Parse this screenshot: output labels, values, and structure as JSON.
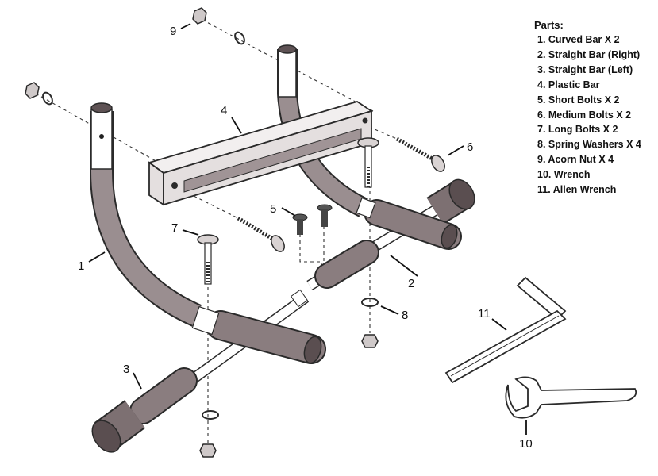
{
  "legend": {
    "title": "Parts:",
    "items": [
      "1. Curved Bar X 2",
      "2. Straight Bar (Right)",
      "3. Straight Bar (Left)",
      "4. Plastic Bar",
      "5. Short Bolts X 2",
      "6. Medium Bolts X 2",
      "7. Long Bolts X 2",
      "8. Spring Washers X 4",
      "9. Acorn Nut X 4",
      "10. Wrench",
      "11. Allen Wrench"
    ]
  },
  "callouts": {
    "c1": "1",
    "c2": "2",
    "c3": "3",
    "c4": "4",
    "c5": "5",
    "c6": "6",
    "c7": "7",
    "c8": "8",
    "c9": "9",
    "c10": "10",
    "c11": "11"
  },
  "colors": {
    "tube_fill": "#9a8e90",
    "tube_edge": "#2a2a2a",
    "grip_fill": "#8a7d7f",
    "bar_fill": "#e4dfdf",
    "slot_fill": "#a09496"
  }
}
